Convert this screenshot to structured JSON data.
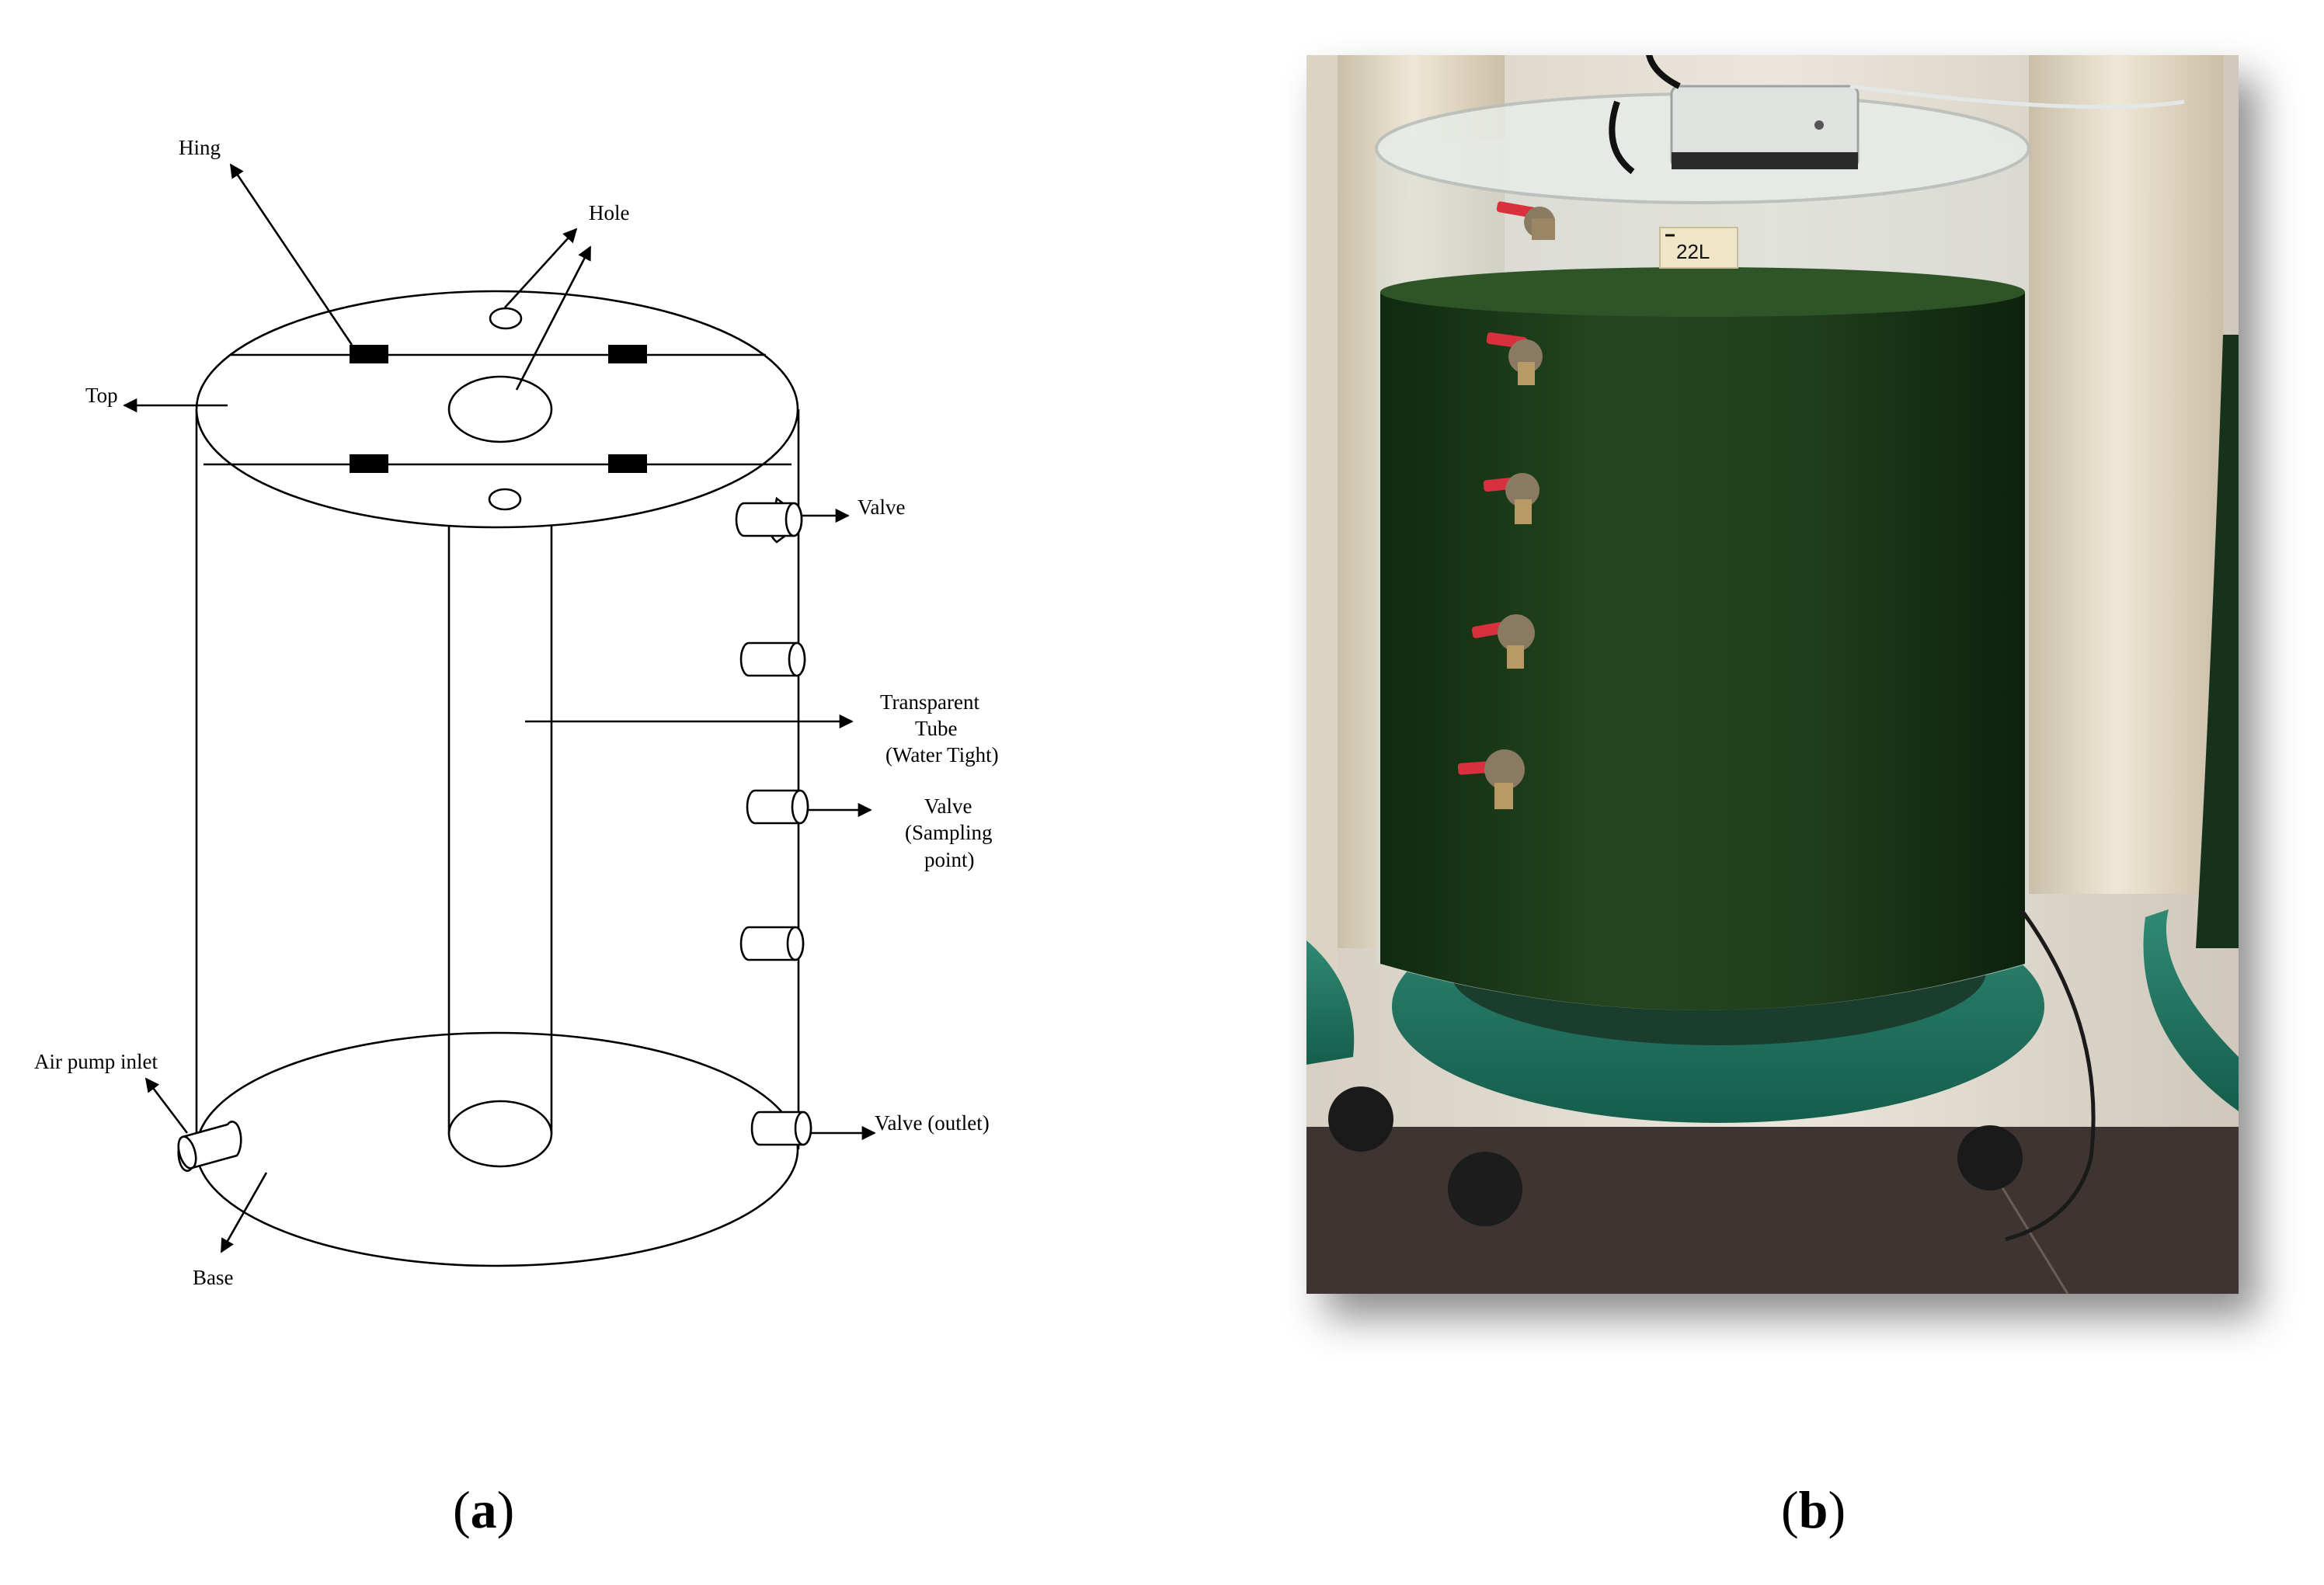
{
  "diagram": {
    "labels": {
      "hing": "Hing",
      "hole": "Hole",
      "top": "Top",
      "valve_top": "Valve",
      "transparent_line1": "Transparent",
      "transparent_line2": "Tube",
      "transparent_line3": "(Water Tight)",
      "sampling_line1": "Valve",
      "sampling_line2": "(Sampling",
      "sampling_line3": "point)",
      "air_pump_inlet": "Air pump inlet",
      "valve_outlet": "Valve (outlet)",
      "base": "Base"
    }
  },
  "photo": {
    "tank_label": "22L",
    "colors": {
      "culture": "#1f3a1c",
      "base_ring": "#1f7562",
      "valve_handle": "#d8303c",
      "pillar": "#e6ddcb"
    }
  },
  "panels": {
    "a_letter": "a",
    "b_letter": "b"
  }
}
